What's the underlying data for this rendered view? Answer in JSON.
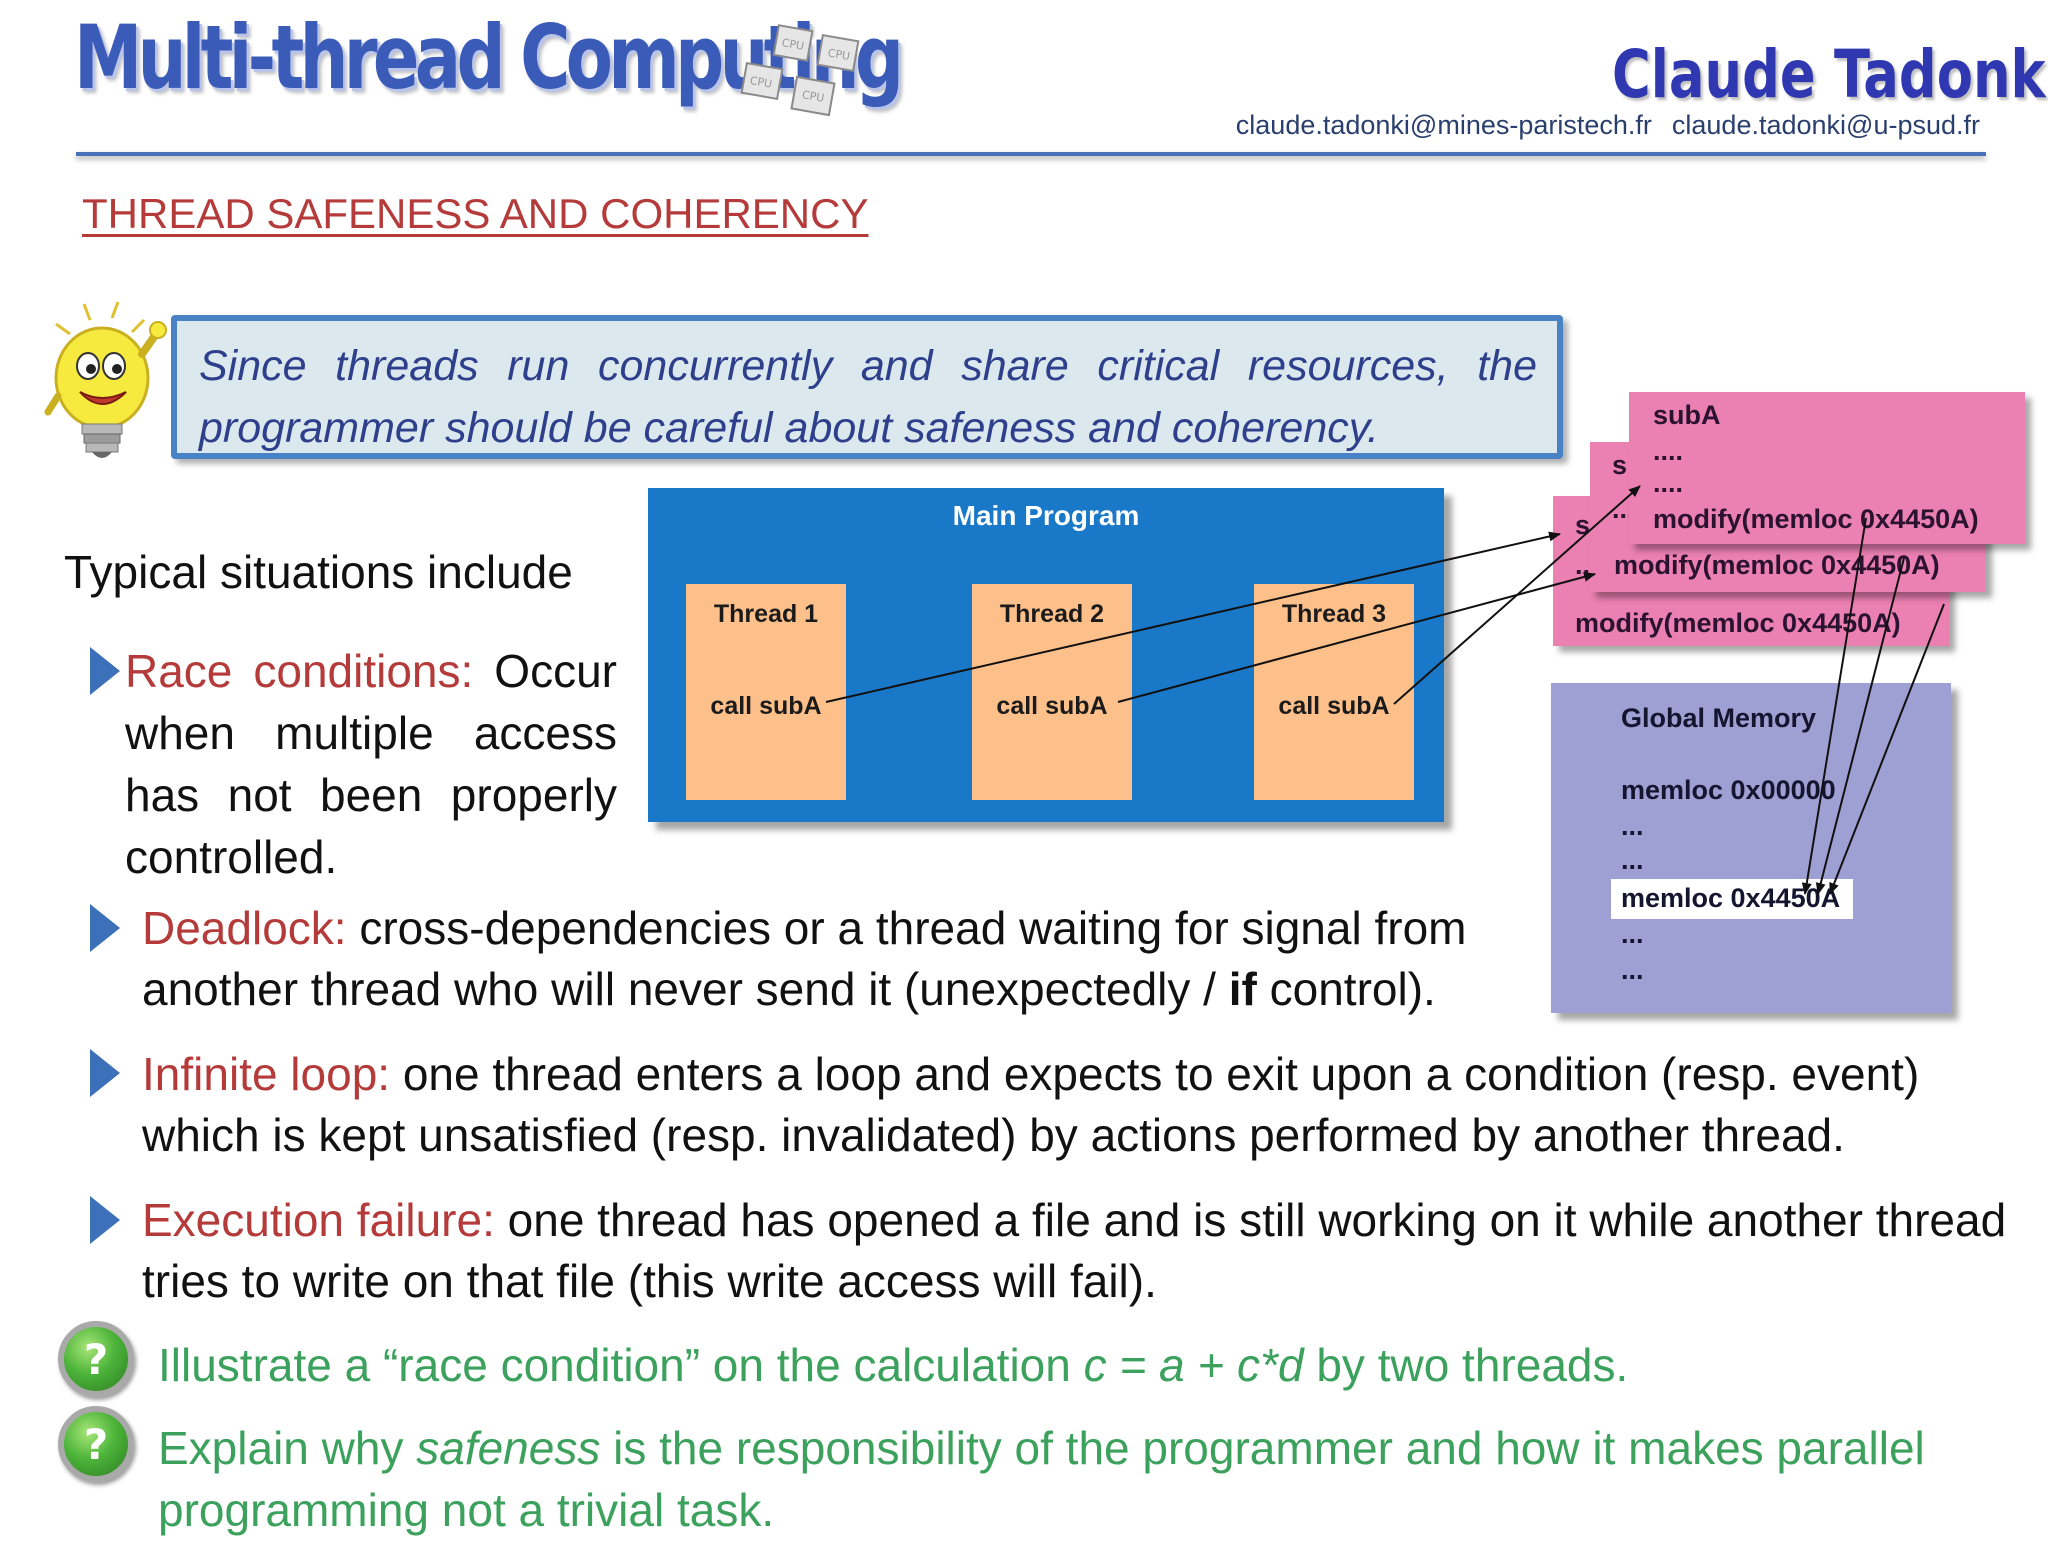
{
  "header": {
    "app_title": "Multi-thread Computing",
    "author": "Claude  Tadonki",
    "emails": [
      "claude.tadonki@mines-paristech.fr",
      "claude.tadonki@u-psud.fr"
    ],
    "logo_icon": "cpu-chips-icon"
  },
  "section_title": "THREAD SAFENESS AND COHERENCY",
  "callout": {
    "icon": "lightbulb-mascot-icon",
    "text": "Since threads run concurrently and share critical resources, the programmer should be careful about safeness and coherency."
  },
  "intro": "Typical situations include",
  "items": [
    {
      "label": "Race conditions:",
      "text": " Occur when multiple access has not been properly controlled."
    },
    {
      "label": "Deadlock:",
      "text_before": " cross-dependencies or a thread waiting for signal from another thread who will never send it (unexpectedly / ",
      "bold": "if",
      "text_after": " control)."
    },
    {
      "label": "Infinite loop:",
      "text": " one thread  enters a loop and expects to exit  upon a condition (resp. event) which is kept unsatisfied (resp. invalidated) by actions performed by another thread."
    },
    {
      "label": "Execution failure:",
      "text": " one thread  has opened a file and is still working on it while another thread tries to write on that file (this write access will fail)."
    }
  ],
  "questions": [
    {
      "icon": "question-icon",
      "text_before": "Illustrate a “race condition” on the calculation  ",
      "formula": "c = a + c*d",
      "text_after": "   by two threads."
    },
    {
      "icon": "question-icon",
      "text_before": "Explain why ",
      "italic": "safeness",
      "text_after": " is the responsibility of the programmer and how it makes parallel programming  not a trivial task."
    }
  ],
  "diagram": {
    "main_program": "Main Program",
    "threads": [
      {
        "name": "Thread 1",
        "call": "call subA"
      },
      {
        "name": "Thread 2",
        "call": "call subA"
      },
      {
        "name": "Thread 3",
        "call": "call subA"
      }
    ],
    "subroutine": {
      "name": "subA",
      "dots": "....",
      "call": "modify(memloc 0x4450A)",
      "partial_back": "s",
      "partial_dots": "...."
    },
    "global_memory": {
      "title": "Global Memory",
      "first": "memloc 0x00000",
      "dots": "...",
      "target": "memloc 0x4450A"
    }
  }
}
